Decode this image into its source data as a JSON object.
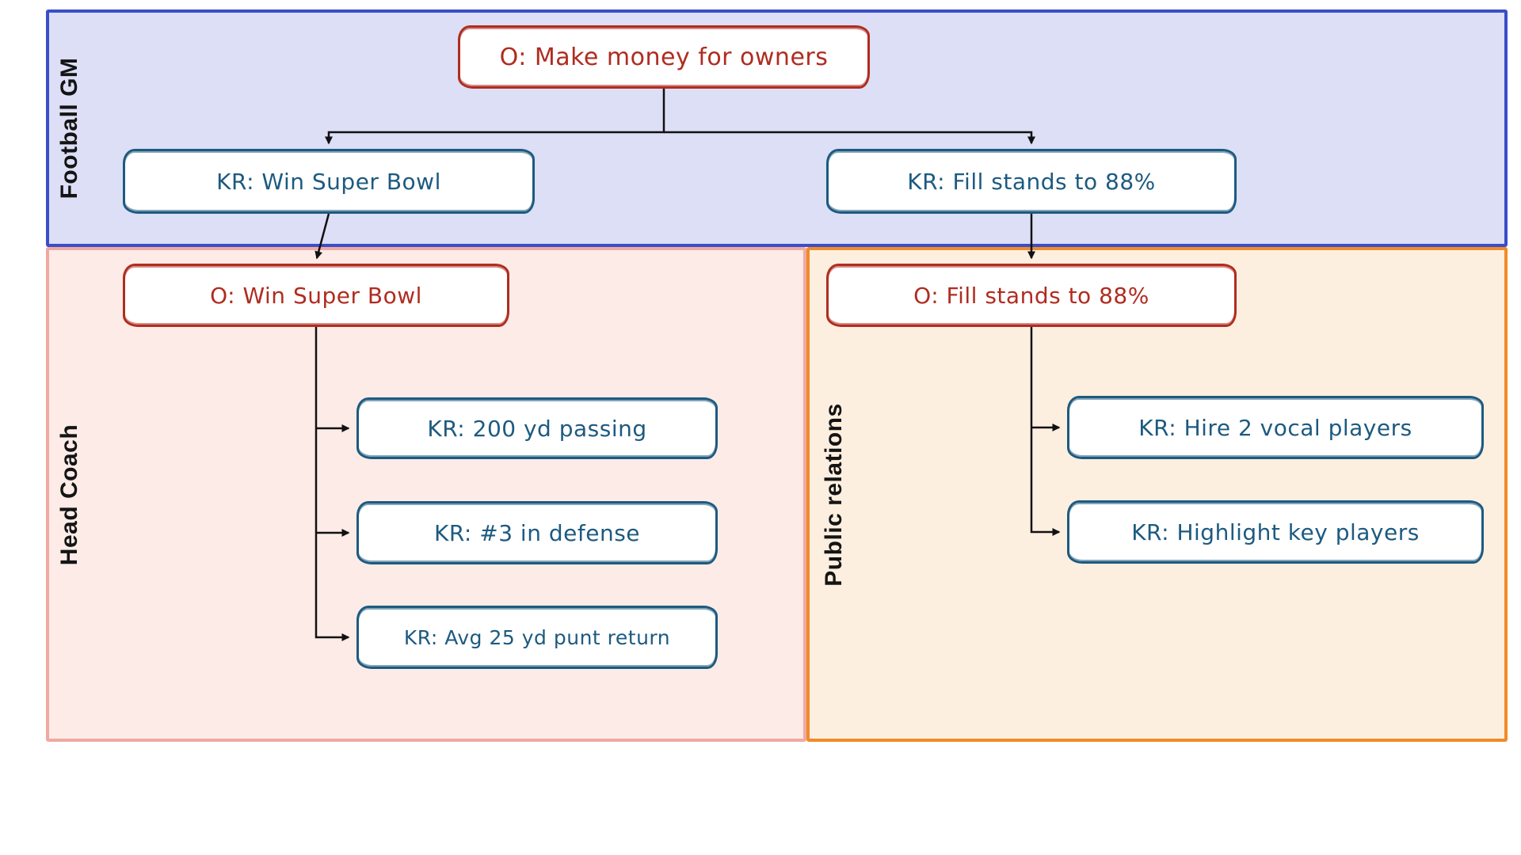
{
  "diagram": {
    "sections": {
      "football_gm": {
        "label": "Football GM",
        "fill": "#dcdff5",
        "border": "#3a4ec8"
      },
      "head_coach": {
        "label": "Head Coach",
        "fill": "#fcebe7",
        "border": "#efa9a2"
      },
      "public_relations": {
        "label": "Public relations",
        "fill": "#fdefe0",
        "border": "#f08b28"
      }
    },
    "nodes": {
      "o1": {
        "type": "objective",
        "label": "O: Make money for owners"
      },
      "kr1a": {
        "type": "key-result",
        "label": "KR: Win Super Bowl"
      },
      "kr1b": {
        "type": "key-result",
        "label": "KR: Fill stands to 88%"
      },
      "o2": {
        "type": "objective",
        "label": "O: Win Super Bowl"
      },
      "kr2a": {
        "type": "key-result",
        "label": "KR: 200 yd passing"
      },
      "kr2b": {
        "type": "key-result",
        "label": "KR: #3 in defense"
      },
      "kr2c": {
        "type": "key-result",
        "label": "KR: Avg 25 yd punt return"
      },
      "o3": {
        "type": "objective",
        "label": "O: Fill stands to 88%"
      },
      "kr3a": {
        "type": "key-result",
        "label": "KR: Hire 2 vocal players"
      },
      "kr3b": {
        "type": "key-result",
        "label": "KR: Highlight key players"
      }
    },
    "edges": [
      {
        "from": "o1",
        "to": "kr1a"
      },
      {
        "from": "o1",
        "to": "kr1b"
      },
      {
        "from": "kr1a",
        "to": "o2"
      },
      {
        "from": "kr1b",
        "to": "o3"
      },
      {
        "from": "o2",
        "to": "kr2a"
      },
      {
        "from": "o2",
        "to": "kr2b"
      },
      {
        "from": "o2",
        "to": "kr2c"
      },
      {
        "from": "o3",
        "to": "kr3a"
      },
      {
        "from": "o3",
        "to": "kr3b"
      }
    ],
    "colors": {
      "objective_accent": "#b02c20",
      "key_result_accent": "#1d5a80",
      "node_fill": "#ffffff",
      "arrow": "#111111",
      "lane_label_text": "#141414",
      "page_background": "#ffffff"
    }
  }
}
